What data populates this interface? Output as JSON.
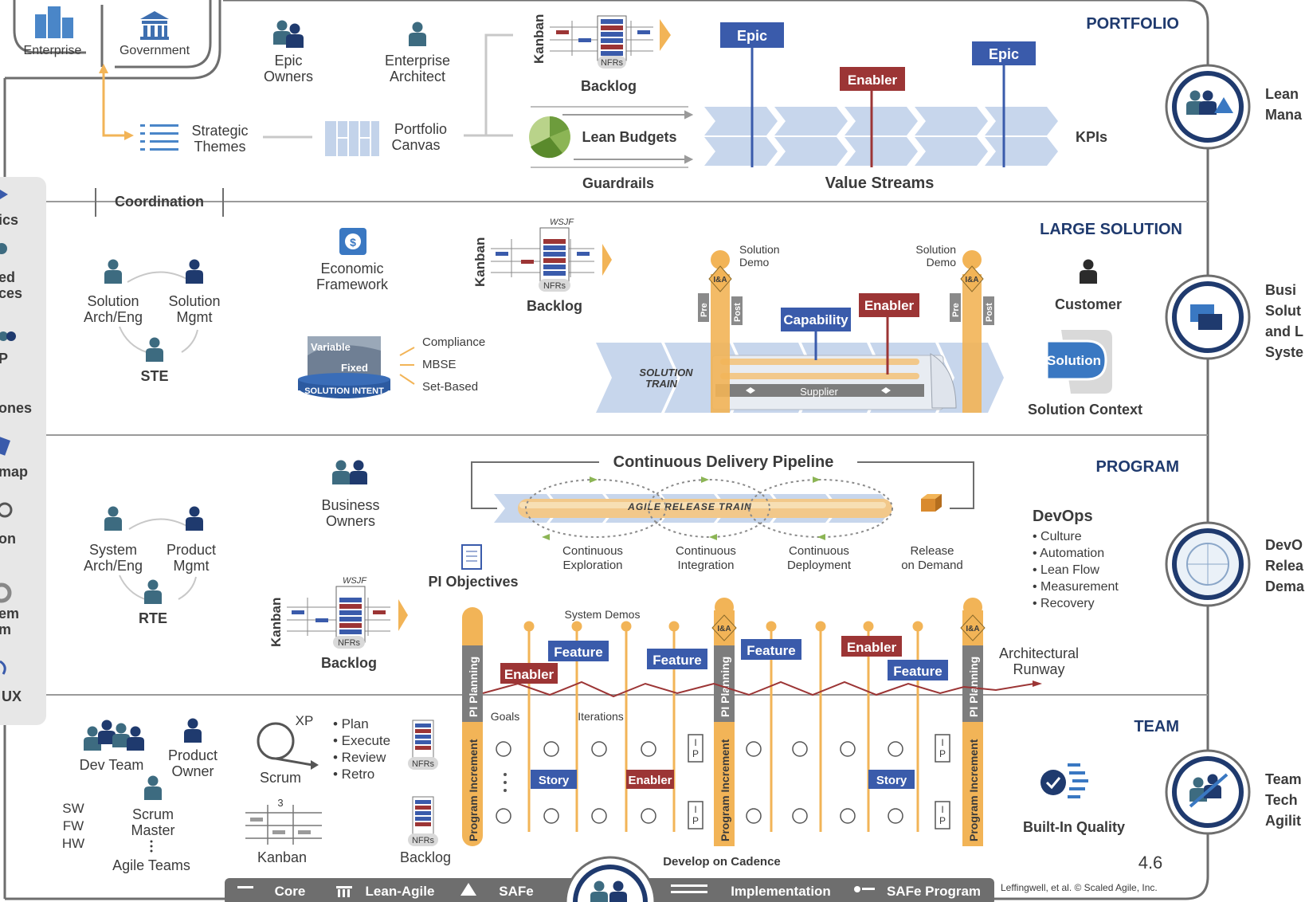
{
  "levels": {
    "portfolio": "PORTFOLIO",
    "large_solution": "LARGE SOLUTION",
    "program": "PROGRAM",
    "team": "TEAM"
  },
  "portfolio": {
    "enterprise": "Enterprise",
    "government": "Government",
    "epic_owners": [
      "Epic",
      "Owners"
    ],
    "enterprise_architect": [
      "Enterprise",
      "Architect"
    ],
    "strategic_themes": [
      "Strategic",
      "Themes"
    ],
    "portfolio_canvas": [
      "Portfolio",
      "Canvas"
    ],
    "kanban": "Kanban",
    "nfrs": "NFRs",
    "backlog": "Backlog",
    "lean_budgets": "Lean Budgets",
    "guardrails": "Guardrails",
    "epic": "Epic",
    "enabler": "Enabler",
    "value_streams": "Value Streams",
    "kpis": "KPIs"
  },
  "coordination": "Coordination",
  "left_panel": [
    "ics",
    "ed",
    "ces",
    "P",
    "ones",
    "map",
    "on",
    "em",
    "m",
    "UX"
  ],
  "large_solution": {
    "solution_arch": [
      "Solution",
      "Arch/Eng"
    ],
    "solution_mgmt": [
      "Solution",
      "Mgmt"
    ],
    "ste": "STE",
    "economic_framework": [
      "Economic",
      "Framework"
    ],
    "wsjf": "WSJF",
    "kanban": "Kanban",
    "nfrs": "NFRs",
    "backlog": "Backlog",
    "variable": "Variable",
    "fixed": "Fixed",
    "solution_intent": "SOLUTION INTENT",
    "compliance": "Compliance",
    "mbse": "MBSE",
    "set_based": "Set-Based",
    "solution_demo": [
      "Solution",
      "Demo"
    ],
    "ia": "I&A",
    "pre": "Pre",
    "post": "Post",
    "capability": "Capability",
    "enabler": "Enabler",
    "solution_train": [
      "SOLUTION",
      "TRAIN"
    ],
    "supplier": "Supplier",
    "customer": "Customer",
    "solution": "Solution",
    "solution_context": "Solution Context"
  },
  "program": {
    "system_arch": [
      "System",
      "Arch/Eng"
    ],
    "product_mgmt": [
      "Product",
      "Mgmt"
    ],
    "rte": "RTE",
    "business_owners": [
      "Business",
      "Owners"
    ],
    "cdp_title": "Continuous Delivery Pipeline",
    "art": "AGILE RELEASE TRAIN",
    "pipeline_steps": [
      [
        "Continuous",
        "Exploration"
      ],
      [
        "Continuous",
        "Integration"
      ],
      [
        "Continuous",
        "Deployment"
      ],
      [
        "Release",
        "on Demand"
      ]
    ],
    "pi_objectives": "PI Objectives",
    "wsjf": "WSJF",
    "kanban": "Kanban",
    "nfrs": "NFRs",
    "backlog": "Backlog",
    "devops_title": "DevOps",
    "devops_items": [
      "• Culture",
      "• Automation",
      "• Lean Flow",
      "• Measurement",
      "• Recovery"
    ],
    "system_demos": "System Demos",
    "feature": "Feature",
    "enabler": "Enabler",
    "pi_planning": "PI Planning",
    "ia": "I&A",
    "architectural_runway": [
      "Architectural",
      "Runway"
    ]
  },
  "team": {
    "dev_team": "Dev Team",
    "product_owner": [
      "Product",
      "Owner"
    ],
    "scrum_master": [
      "Scrum",
      "Master"
    ],
    "sw": "SW",
    "fw": "FW",
    "hw": "HW",
    "agile_teams": "Agile Teams",
    "xp": "XP",
    "scrum": "Scrum",
    "kanban": "Kanban",
    "kanban_number": "3",
    "scrum_items": [
      "• Plan",
      "• Execute",
      "• Review",
      "• Retro"
    ],
    "nfrs": "NFRs",
    "backlog": "Backlog",
    "goals": "Goals",
    "iterations": "Iterations",
    "program_increment": "Program Increment",
    "story": "Story",
    "enabler": "Enabler",
    "ip": [
      "I",
      "P"
    ],
    "built_in_quality": "Built-In Quality",
    "develop_on_cadence": "Develop on Cadence"
  },
  "right_competencies": [
    [
      "Lean",
      "Mana"
    ],
    [
      "Busi",
      "Solut",
      "and L",
      "Syste"
    ],
    [
      "DevO",
      "Relea",
      "Dema"
    ],
    [
      "Team",
      "Tech",
      "Agilit"
    ]
  ],
  "footer": {
    "items": [
      "Core",
      "Lean-Agile",
      "SAFe",
      "Implementation",
      "SAFe Program"
    ],
    "version": "4.6",
    "copyright": "Leffingwell, et al. © Scaled Agile, Inc."
  },
  "colors": {
    "navy": "#1f3a6e",
    "blue_label": "#3a5bab",
    "red_label": "#9c3535",
    "teal_person": "#3d6b80",
    "orange": "#f2b457",
    "train_blue": "#c7d6ec",
    "grey_frame": "#6e6e6e"
  }
}
